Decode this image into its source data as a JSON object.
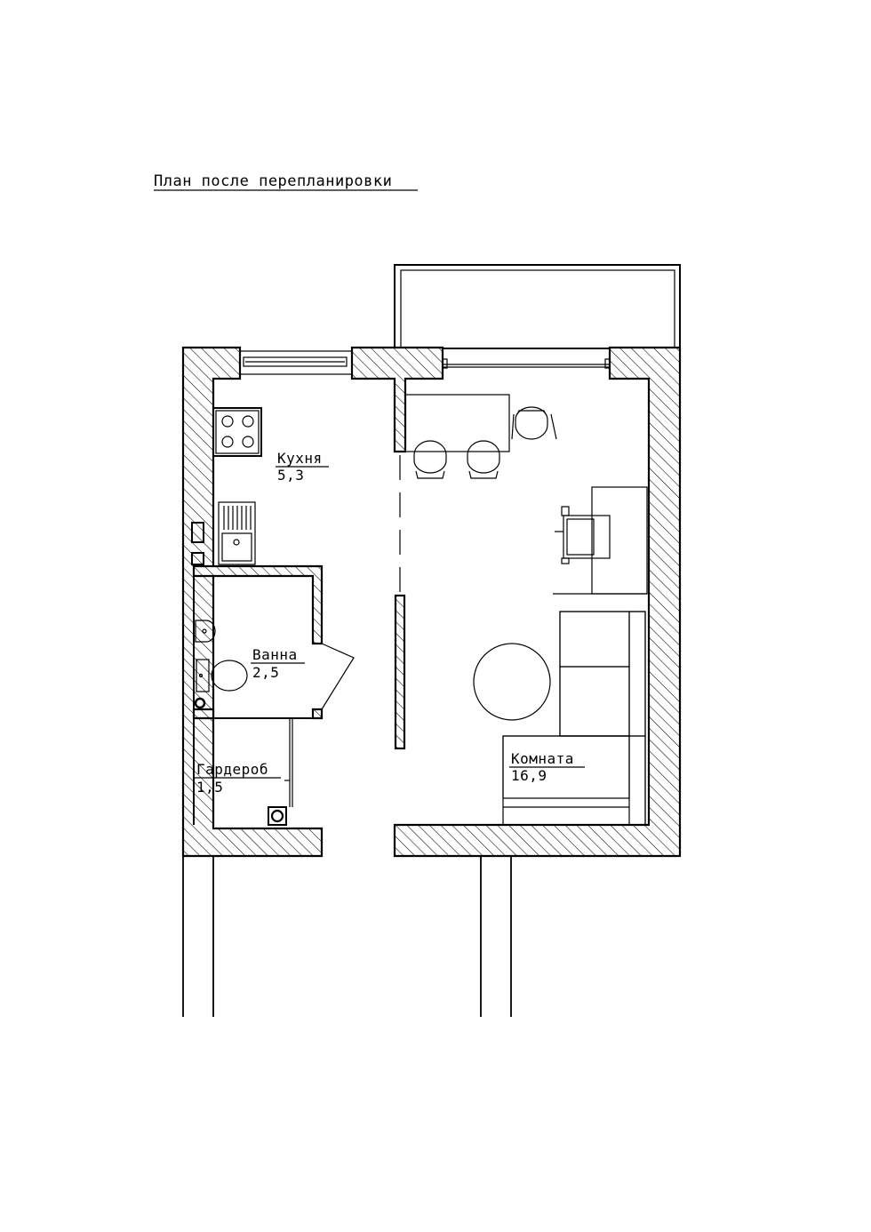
{
  "title": "План после перепланировки",
  "rooms": {
    "kitchen": {
      "name": "Кухня",
      "area": "5,3"
    },
    "bath": {
      "name": "Ванна",
      "area": "2,5"
    },
    "wardrobe": {
      "name": "Гардероб",
      "area": "1,5"
    },
    "room": {
      "name": "Комната",
      "area": "16,9"
    }
  }
}
